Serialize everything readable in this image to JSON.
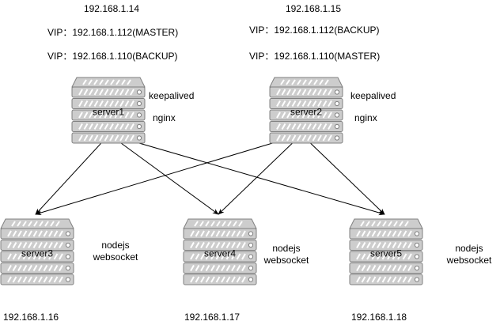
{
  "colors": {
    "server_fill": "#cdcdcd",
    "server_stroke": "#808080",
    "stripe": "#ffffff",
    "led": "#ffffff",
    "edge": "#000000"
  },
  "top_nodes": [
    {
      "id": "server1",
      "ip": "192.168.1.14",
      "vips": [
        "VIP：192.168.1.112(MASTER)",
        "VIP：192.168.1.110(BACKUP)"
      ],
      "services": [
        "keepalived",
        "nginx"
      ]
    },
    {
      "id": "server2",
      "ip": "192.168.1.15",
      "vips": [
        "VIP：192.168.1.112(BACKUP)",
        "VIP：192.168.1.110(MASTER)"
      ],
      "services": [
        "keepalived",
        "nginx"
      ]
    }
  ],
  "bottom_nodes": [
    {
      "id": "server3",
      "ip": "192.168.1.16",
      "services": [
        "nodejs",
        "websocket"
      ]
    },
    {
      "id": "server4",
      "ip": "192.168.1.17",
      "services": [
        "nodejs",
        "websocket"
      ]
    },
    {
      "id": "server5",
      "ip": "192.168.1.18",
      "services": [
        "nodejs",
        "websocket"
      ]
    }
  ],
  "edges": [
    {
      "from": "server1",
      "to": "server3"
    },
    {
      "from": "server1",
      "to": "server4"
    },
    {
      "from": "server1",
      "to": "server5"
    },
    {
      "from": "server2",
      "to": "server3"
    },
    {
      "from": "server2",
      "to": "server4"
    },
    {
      "from": "server2",
      "to": "server5"
    }
  ]
}
